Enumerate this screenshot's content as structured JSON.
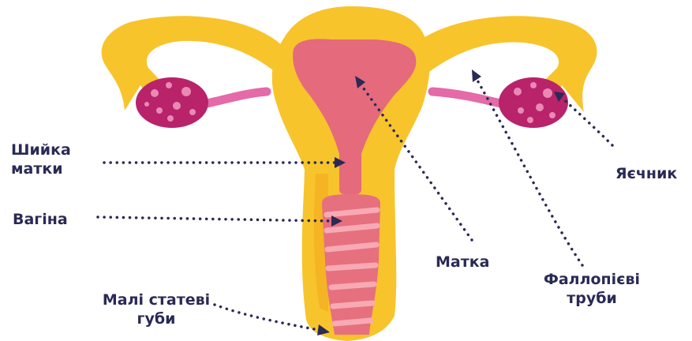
{
  "colors": {
    "label_text": "#2a2a56",
    "outer_body": "#f8c42c",
    "outer_shadow": "#f0a81e",
    "uterus_inner": "#e46a7c",
    "vagina_inner": "#e6707e",
    "vagina_stripe": "#f8aab4",
    "ovary": "#b8236a",
    "ovary_spot": "#e88ab4",
    "fallopian_tube": "#e46aa8",
    "pointer": "#2a2a56"
  },
  "labels": {
    "cervix": "Шийка\nматки",
    "vagina": "Вагіна",
    "labia": "Малі статеві\nгуби",
    "uterus": "Матка",
    "tubes": "Фаллопієві\nтруби",
    "ovary": "Яєчник"
  }
}
